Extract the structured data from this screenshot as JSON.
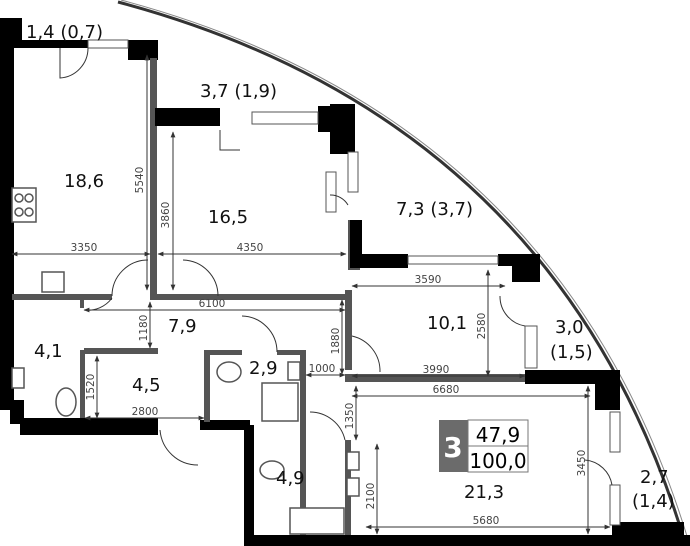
{
  "rooms": {
    "balcony_top_left": "1,4 (0,7)",
    "kitchen": "18,6",
    "balcony_top": "3,7 (1,9)",
    "room_middle": "16,5",
    "balcony_right_top": "7,3 (3,7)",
    "hall": "7,9",
    "bedroom_small": "10,1",
    "balcony_right_mid": "3,0",
    "balcony_right_mid_sub": "(1,5)",
    "wardrobe": "4,1",
    "corridor_small": "4,5",
    "bathroom_1": "2,9",
    "bathroom_2": "4,9",
    "living": "21,3",
    "balcony_right_bottom": "2,7",
    "balcony_right_bottom_sub": "(1,4)"
  },
  "dimensions": {
    "d5540": "5540",
    "d3860": "3860",
    "d3350": "3350",
    "d4350": "4350",
    "d6100": "6100",
    "d1180": "1180",
    "d1520": "1520",
    "d2800": "2800",
    "d1880": "1880",
    "d1000": "1000",
    "d3590": "3590",
    "d2580": "2580",
    "d3990": "3990",
    "d6680": "6680",
    "d1350": "1350",
    "d3450": "3450",
    "d2100": "2100",
    "d5680": "5680"
  },
  "badge": {
    "rooms_count": "3",
    "total_area": "47,9",
    "percent": "100,0",
    "color": "#6b6b6b"
  }
}
